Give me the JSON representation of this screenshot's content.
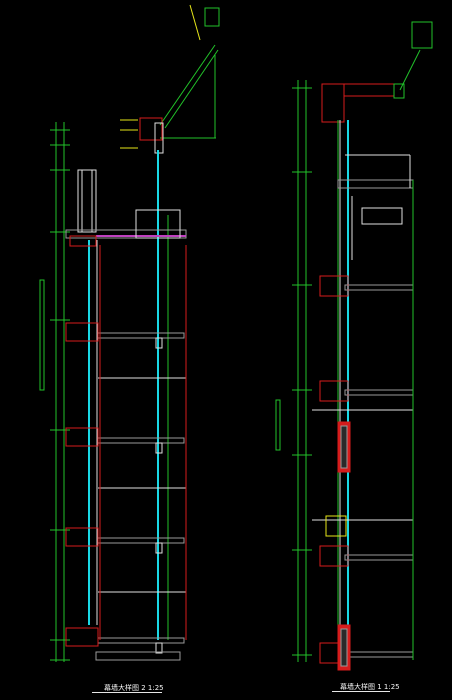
{
  "drawing": {
    "background": "#000000",
    "colors": {
      "structure": "#d61c1c",
      "glass": "#19d9e6",
      "dimension": "#22c22a",
      "annotation": "#e6e619",
      "slab": "#9a9a9a",
      "steel": "#e0e0e0",
      "accent": "#c040c0"
    },
    "sheets": [
      {
        "id": "left",
        "title": "幕墙大样图 2  1:25"
      },
      {
        "id": "right",
        "title": "幕墙大样图 1  1:25"
      }
    ]
  }
}
